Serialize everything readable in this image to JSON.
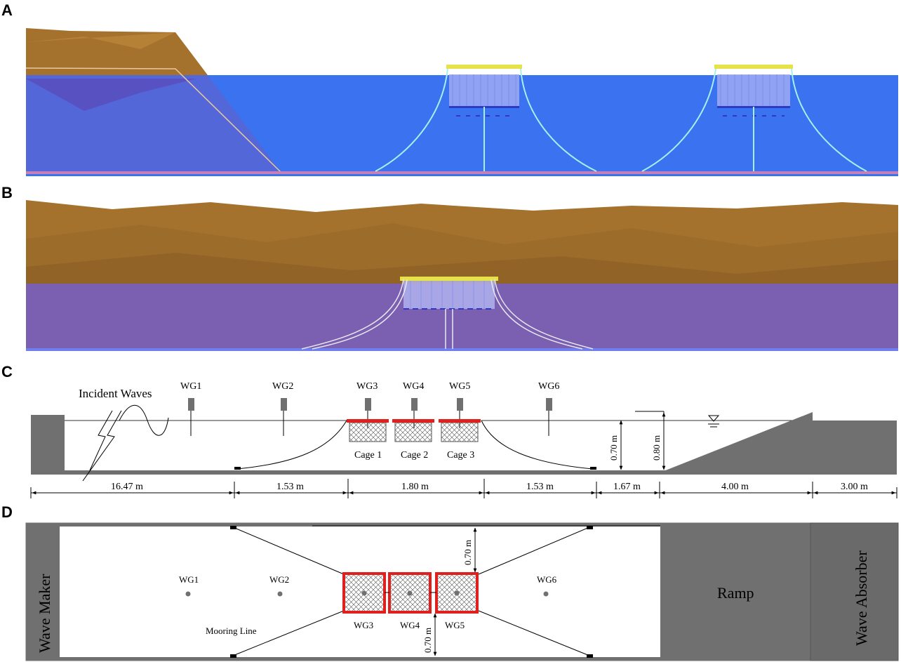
{
  "panels": {
    "a": {
      "letter": "A"
    },
    "b": {
      "letter": "B"
    },
    "c": {
      "letter": "C",
      "incident_waves": "Incident Waves",
      "gauges": [
        "WG1",
        "WG2",
        "WG3",
        "WG4",
        "WG5",
        "WG6"
      ],
      "cages": [
        "Cage 1",
        "Cage 2",
        "Cage 3"
      ],
      "depth_water": "0.70 m",
      "depth_wall": "0.80 m",
      "dimensions": [
        "16.47 m",
        "1.53 m",
        "1.80 m",
        "1.53 m",
        "1.67 m",
        "4.00 m",
        "3.00 m"
      ]
    },
    "d": {
      "letter": "D",
      "wave_maker": "Wave Maker",
      "ramp": "Ramp",
      "wave_absorber": "Wave Absorber",
      "mooring_line": "Mooring Line",
      "gauges_top": [
        "WG1",
        "WG2",
        "WG6"
      ],
      "gauges_bottom": [
        "WG3",
        "WG4",
        "WG5"
      ],
      "offset_top": "0.70 m",
      "offset_bottom": "0.70 m"
    }
  },
  "colors": {
    "water_blue": "#3a72ef",
    "water_purple": "#7b5fb0",
    "terrain_brown": "#a5722e",
    "cage_red": "#e0201c",
    "wall_gray": "#707070"
  }
}
